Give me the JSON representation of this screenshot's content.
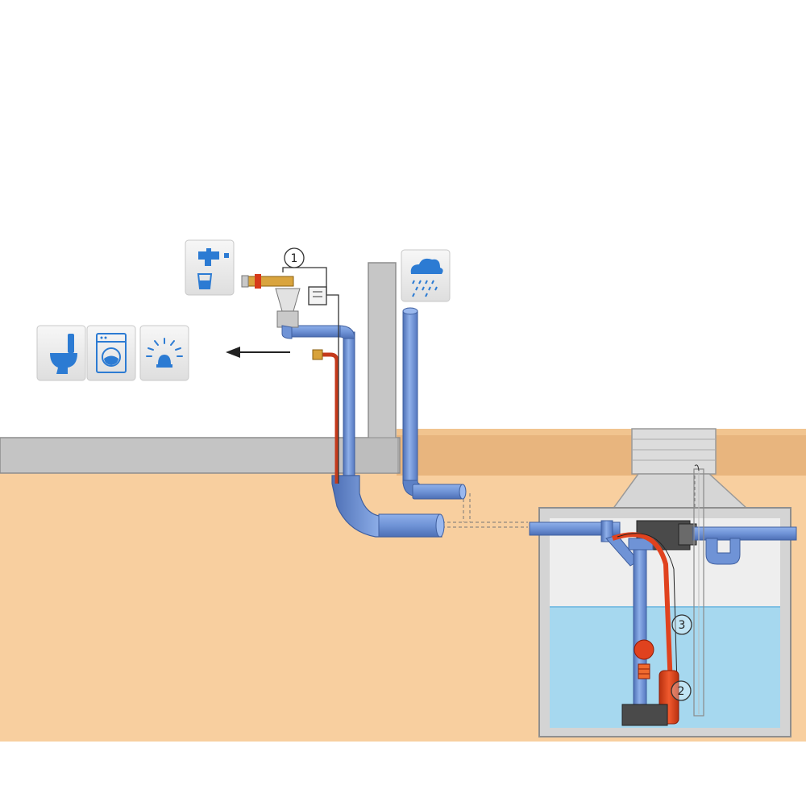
{
  "callouts": {
    "controller": "1",
    "pump": "2",
    "float_hose": "3"
  },
  "icons": {
    "tap": "tap-water-icon",
    "rain": "rain-cloud-icon",
    "toilet": "toilet-icon",
    "washing_machine": "washing-machine-icon",
    "garden_sprinkler": "garden-sprinkler-icon"
  },
  "colors": {
    "pipe": "#6f93d6",
    "pipe_dark": "#4d6fb5",
    "hose": "#e0421e",
    "soil": "#f8cf9f",
    "wall": "#bfbfbf",
    "water": "#a6d8ef",
    "tank_air": "#eeeeee"
  }
}
